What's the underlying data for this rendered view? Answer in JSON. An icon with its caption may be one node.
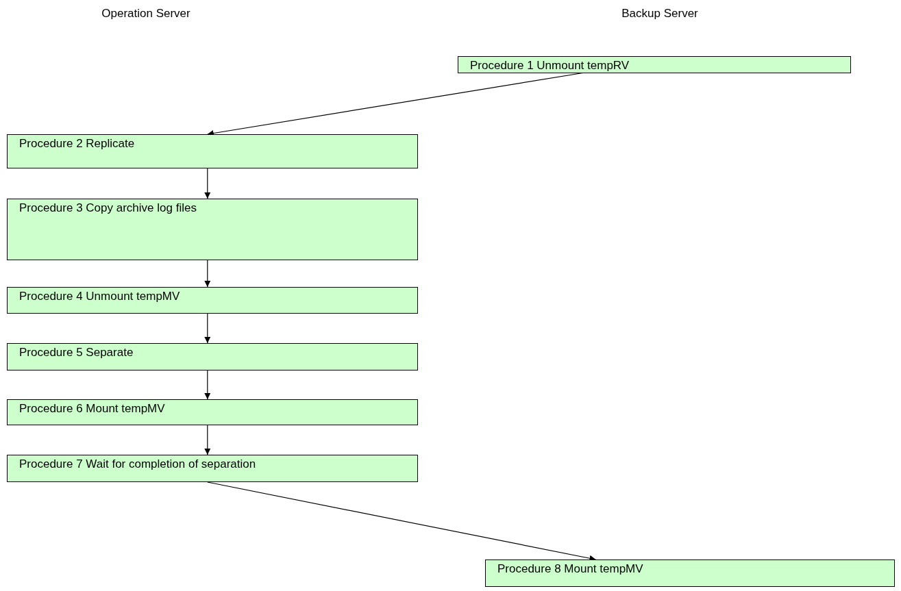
{
  "diagram": {
    "nodes": [
      {
        "text": [
          "Procedure 1 Unmount tempRV"
        ]
      },
      {
        "text": [
          "Procedure 2 Replicate"
        ]
      },
      {
        "text": [
          "Procedure 3 Copy archive log files"
        ]
      },
      {
        "text": [
          "Procedure 4 Unmount tempMV"
        ]
      },
      {
        "text": [
          "Procedure 5 Separate"
        ]
      },
      {
        "text": [
          "Procedure 6 Mount tempMV"
        ]
      },
      {
        "text": [
          "Procedure 7 Wait for completion of separation"
        ]
      },
      {
        "text": [
          "Procedure 8 Mount tempMV"
        ]
      }
    ],
    "edges": [
      {
        "from": 0,
        "to": 1,
        "arrow": "to"
      },
      {
        "from": 1,
        "to": 2,
        "arrow": "to"
      },
      {
        "from": 2,
        "to": 3,
        "arrow": "to"
      },
      {
        "from": 3,
        "to": 4,
        "arrow": "to"
      },
      {
        "from": 4,
        "to": 5,
        "arrow": "to"
      },
      {
        "from": 5,
        "to": 6,
        "arrow": "to"
      },
      {
        "from": 6,
        "to": 7,
        "arrow": "to"
      }
    ],
    "labels": [
      "Operation Server",
      "Backup Server"
    ]
  }
}
